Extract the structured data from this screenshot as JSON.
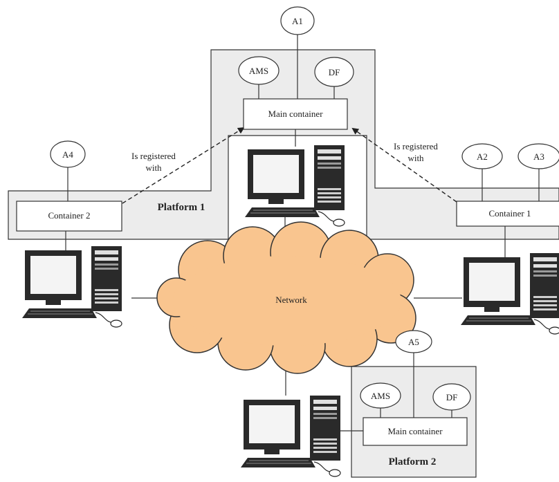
{
  "agents": {
    "a1": "A1",
    "a2": "A2",
    "a3": "A3",
    "a4": "A4",
    "a5": "A5"
  },
  "services": {
    "ams": "AMS",
    "df": "DF"
  },
  "containers": {
    "main": "Main container",
    "container1": "Container 1",
    "container2": "Container 2"
  },
  "platforms": {
    "p1": "Platform 1",
    "p2": "Platform 2"
  },
  "network": "Network",
  "registration": {
    "line1": "Is registered",
    "line2": "with"
  },
  "colors": {
    "platform_fill": "#ececec",
    "cloud_fill": "#f9c58f",
    "line": "#333333"
  }
}
